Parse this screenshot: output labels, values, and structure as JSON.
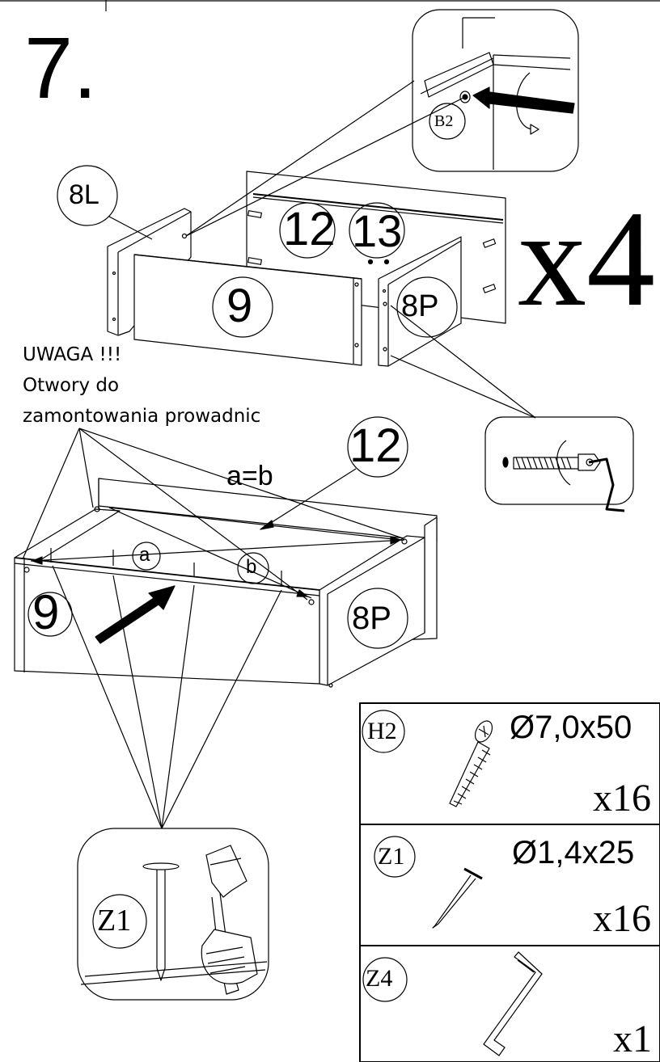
{
  "step": {
    "number": "7."
  },
  "multiplier": "x4",
  "warning": {
    "title": "UWAGA !!!",
    "line1": "Otwory do",
    "line2": "zamontowania prowadnic"
  },
  "parts": {
    "left_side": "8L",
    "right_side": "8P",
    "front": "9",
    "back": "12",
    "bottom": "13"
  },
  "callouts": {
    "cam_bolt": "B2",
    "measure_equal": "a=b",
    "measure_a": "a",
    "measure_b": "b",
    "nail": "Z1"
  },
  "hardware": [
    {
      "code": "H2",
      "size": "Ø7,0x50",
      "qty": "x16"
    },
    {
      "code": "Z1",
      "size": "Ø1,4x25",
      "qty": "x16"
    },
    {
      "code": "Z4",
      "size": "",
      "qty": "x1"
    }
  ],
  "colors": {
    "ink": "#000000",
    "paper": "#ffffff"
  }
}
